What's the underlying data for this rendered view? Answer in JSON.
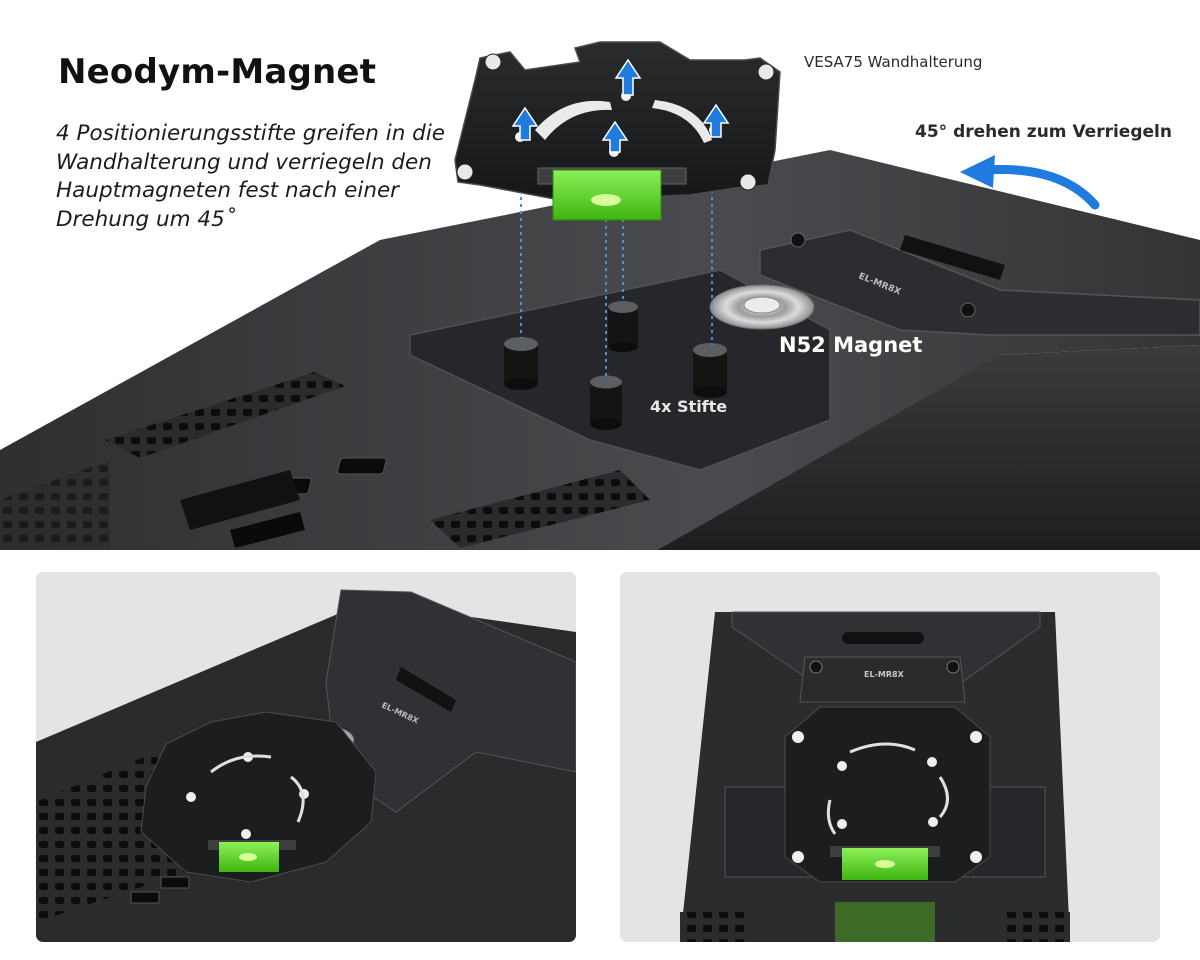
{
  "heading": "Neodym-Magnet",
  "description": "4 Positionierungsstifte greifen in die Wandhalterung und verriegeln den Hauptmagneten fest nach einer Drehung um 45˚",
  "labels": {
    "vesa": "VESA75 Wandhalterung",
    "rotate": "45° drehen zum Verriegeln",
    "magnet": "N52 Magnet",
    "pins": "4x Stifte"
  },
  "logo_text": "EL-MR8X",
  "colors": {
    "device_dark": "#2b2c2e",
    "plate": "#1f2022",
    "bubble_level": "#5ee31a",
    "arrow_blue": "#1f7be0",
    "panel_bg": "#e3e4e5"
  }
}
